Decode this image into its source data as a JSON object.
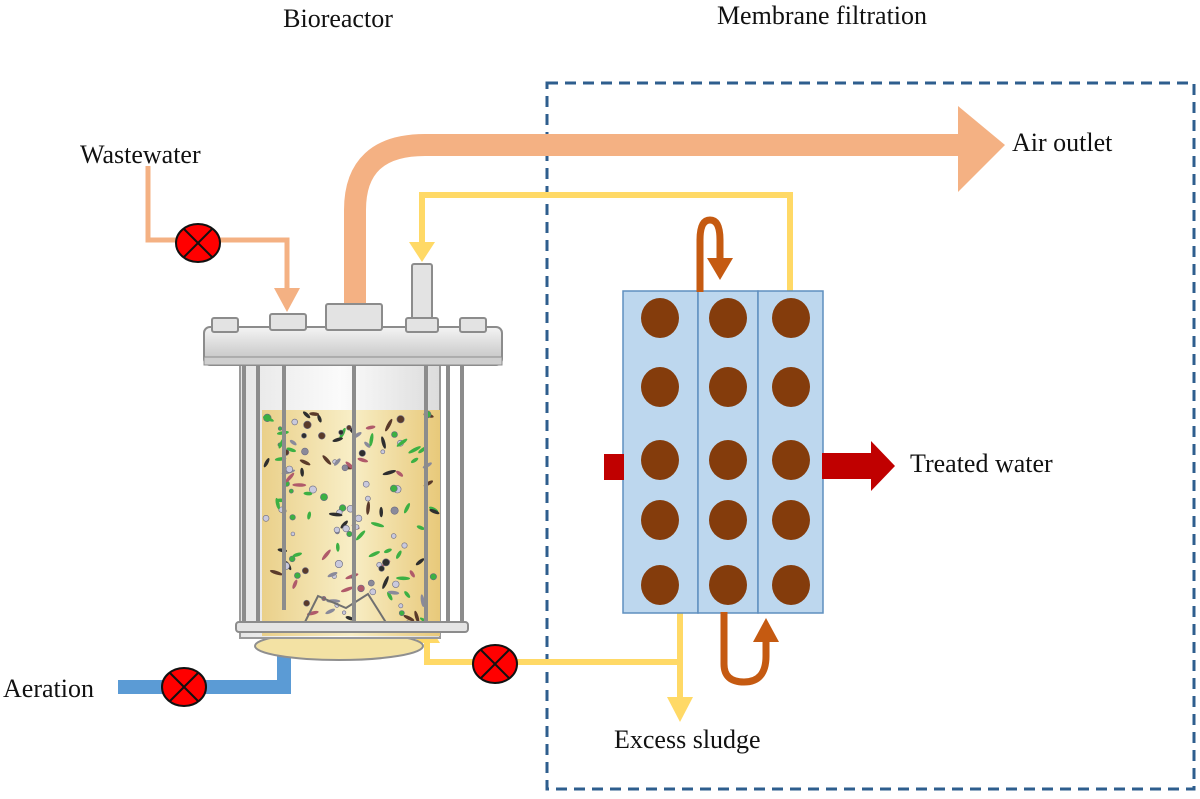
{
  "labels": {
    "bioreactor": "Bioreactor",
    "membrane_filtration": "Membrane filtration",
    "wastewater": "Wastewater",
    "air_outlet": "Air outlet",
    "treated_water": "Treated water",
    "aeration": "Aeration",
    "excess_sludge": "Excess sludge"
  },
  "colors": {
    "wastewater_flow": "#f4b183",
    "recycle_flow": "#ffd966",
    "aeration_flow": "#5b9bd5",
    "treated_water_flow": "#c00000",
    "valve": "#ff0000",
    "membrane_panel": "#bdd7ee",
    "membrane_dot": "#843c0c",
    "membrane_return": "#c55a11",
    "dashed_boundary": "#2e5e8e",
    "sludge_liquid": "#f2dea0"
  },
  "membrane": {
    "columns": 3,
    "rows": 5
  }
}
